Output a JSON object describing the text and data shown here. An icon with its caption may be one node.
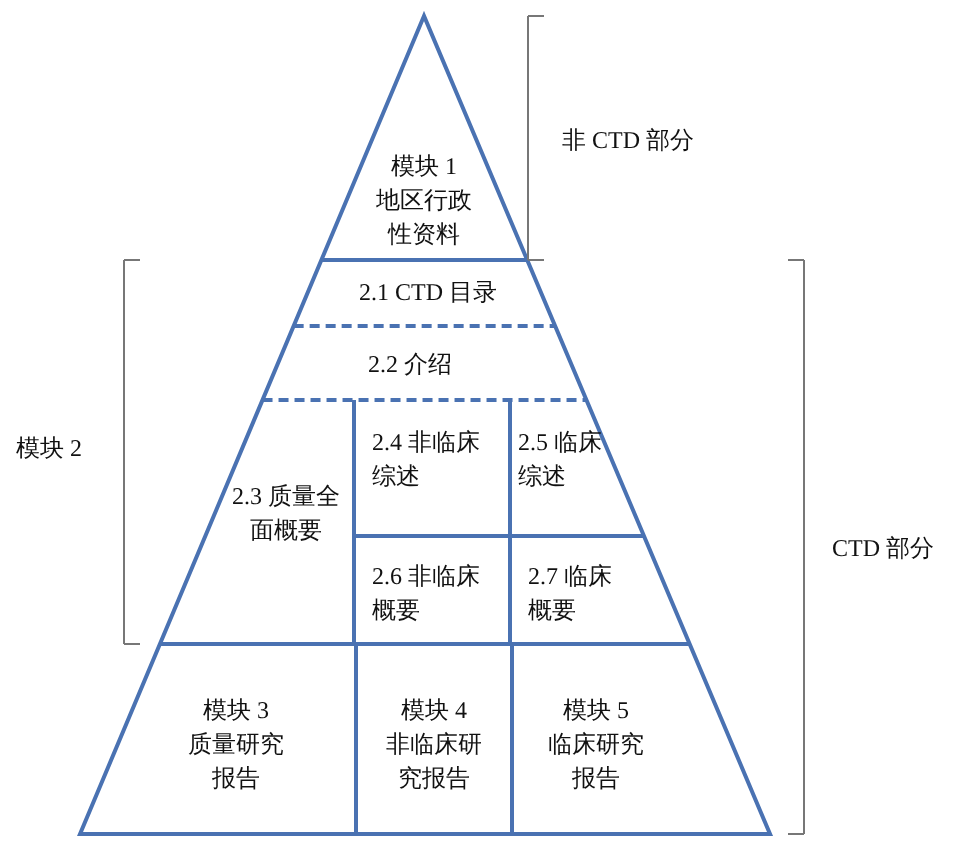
{
  "diagram": {
    "nodes": [
      {
        "text": [
          "模块 1",
          "地区行政性资料"
        ]
      },
      {
        "text": [
          "2.1 CTD 目录"
        ]
      },
      {
        "text": [
          "2.2 介绍"
        ]
      },
      {
        "text": [
          "2.3 质量全面概要"
        ]
      },
      {
        "text": [
          "2.4 非临床综述"
        ]
      },
      {
        "text": [
          "2.5 临床综述"
        ]
      },
      {
        "text": [
          "2.6 非临床概要"
        ]
      },
      {
        "text": [
          "2.7 临床概要"
        ]
      },
      {
        "text": [
          "模块 3",
          "质量研究报告"
        ]
      },
      {
        "text": [
          "模块 4",
          "非临床研究报告"
        ]
      },
      {
        "text": [
          "模块 5",
          "临床研究报告"
        ]
      }
    ],
    "edges": [],
    "labels": [
      "非 CTD 部分",
      "模块 2",
      "CTD 部分"
    ]
  }
}
